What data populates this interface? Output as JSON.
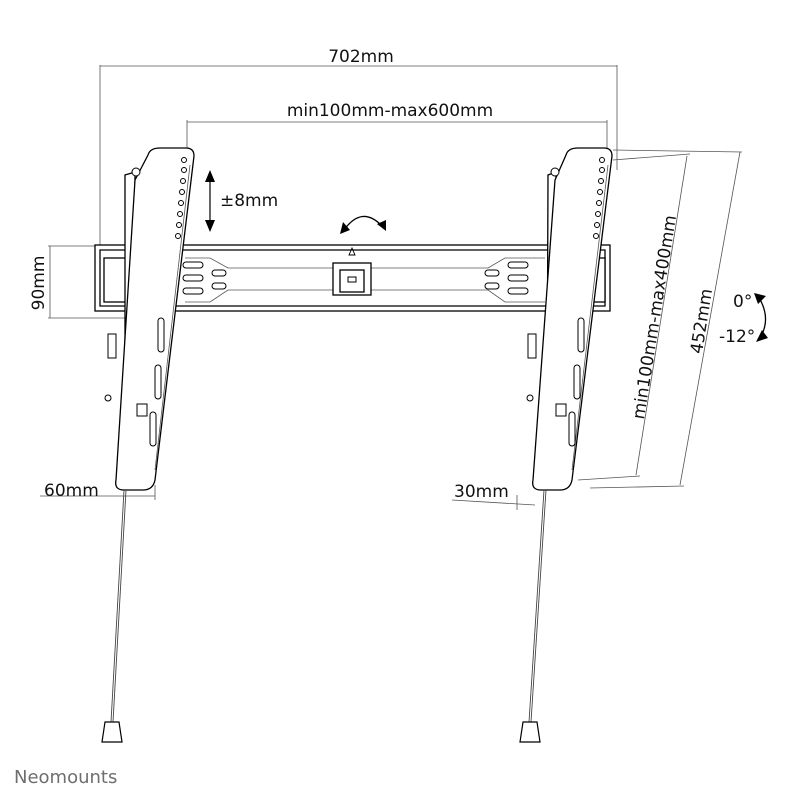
{
  "dimensions": {
    "overall_width": "702mm",
    "vesa_horizontal": "min100mm-max600mm",
    "height_adjust": "±8mm",
    "rail_height": "90mm",
    "vesa_vertical": "min100mm-max400mm",
    "arm_length": "452mm",
    "tilt_max": "0°",
    "tilt_min": "-12°",
    "wall_depth_top": "60mm",
    "wall_depth_bottom": "30mm"
  },
  "brand": {
    "name": "Neomounts"
  }
}
